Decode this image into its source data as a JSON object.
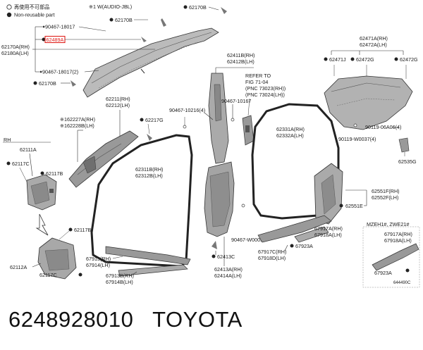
{
  "legend": {
    "reusable_note": "再使用不可部品",
    "non_reusable": "Non-reusable part",
    "audio_note": "※1 W(AUDIO-JBL)"
  },
  "callouts": {
    "c62170B_a": "62170B",
    "c62170B_b": "62170B",
    "c90467_18017": "90467-18017",
    "c62489A": "62489A",
    "c62170A": "62170A(RH)",
    "c62180A": "62180A(LH)",
    "c90467_18017_2": "90467-18017(2)",
    "c62170B_c": "62170B",
    "c62411B": "62411B(RH)",
    "c62412B": "62412B(LH)",
    "refer1": "REFER TO",
    "refer2": "FIG 71-04",
    "refer3": "(PNC 73023(RH))",
    "refer4": "(PNC 73024(LH))",
    "c62471A": "62471A(RH)",
    "c62472A": "62472A(LH)",
    "c62471J": "62471J",
    "c62472G_a": "62472G",
    "c62472G_b": "62472G",
    "c62211": "62211(RH)",
    "c62212": "62212(LH)",
    "c90467_10216": "90467-10216(4)",
    "c90467_10167": "90467-10167",
    "c62227A": "※162227A(RH)",
    "c62228B": "※162228B(LH)",
    "c62217G": "62217G",
    "c62331A": "62331A(RH)",
    "c62332A": "62332A(LH)",
    "c90119_06A06": "90119-06A06(4)",
    "c90119_W0037": "90119-W0037(4)",
    "rh": "RH",
    "c62111A": "62111A",
    "c62117C": "62117C",
    "c62117B_a": "62117B",
    "c62311B": "62311B(RH)",
    "c62312B": "62312B(LH)",
    "c62535G": "62535G",
    "c62551F": "62551F(RH)",
    "c62552F": "62552F(LH)",
    "c62551E": "62551E",
    "c62117B_b": "62117B",
    "mzeh": "MZEH1#, ZWE21#",
    "c90467_W0005": "90467-W0005",
    "c67917A_a": "67917A(RH)",
    "c67918A_a": "67918A(LH)",
    "c67917A_b": "67917A(RH)",
    "c67918A_b": "67918A(LH)",
    "c67913": "67913(RH)",
    "c67914": "67914(LH)",
    "c62413C": "62413C",
    "c67917C": "67917C(RH)",
    "c67918D": "67918D(LH)",
    "c67923A_a": "67923A",
    "c62112A": "62112A",
    "c62117C_b": "62117C",
    "c67913B": "67913B(RH)",
    "c67914B": "67914B(LH)",
    "c62413A": "62413A(RH)",
    "c62414A": "62414A(LH)",
    "c67923A_b": "67923A",
    "fig_code": "644490C"
  },
  "caption": "6248928010   TOYOTA",
  "colors": {
    "highlight": "#e0201c",
    "ink": "#1a1a1a",
    "part_fill": "#9a9a9a"
  }
}
